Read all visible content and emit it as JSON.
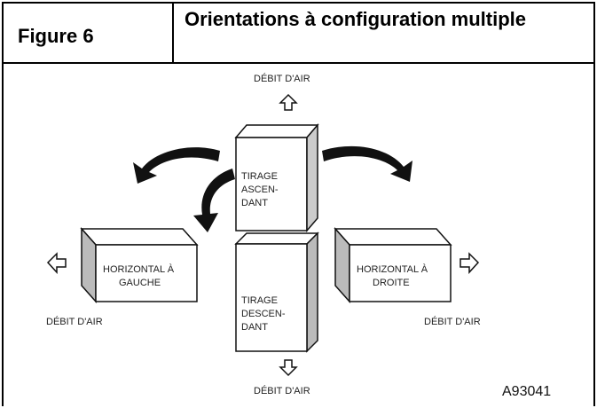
{
  "header": {
    "figure_label": "Figure 6",
    "title": "Orientations à configuration multiple"
  },
  "diagram": {
    "airflow_top": "DÉBIT D'AIR",
    "airflow_left": "DÉBIT D'AIR",
    "airflow_right": "DÉBIT D'AIR",
    "airflow_bottom": "DÉBIT D'AIR",
    "upflow": [
      "TIRAGE",
      "ASCEN-",
      "DANT"
    ],
    "downflow": [
      "TIRAGE",
      "DESCEN-",
      "DANT"
    ],
    "horizontal_left": [
      "HORIZONTAL À",
      "GAUCHE"
    ],
    "horizontal_right": [
      "HORIZONTAL À",
      "DROITE"
    ],
    "code": "A93041"
  }
}
